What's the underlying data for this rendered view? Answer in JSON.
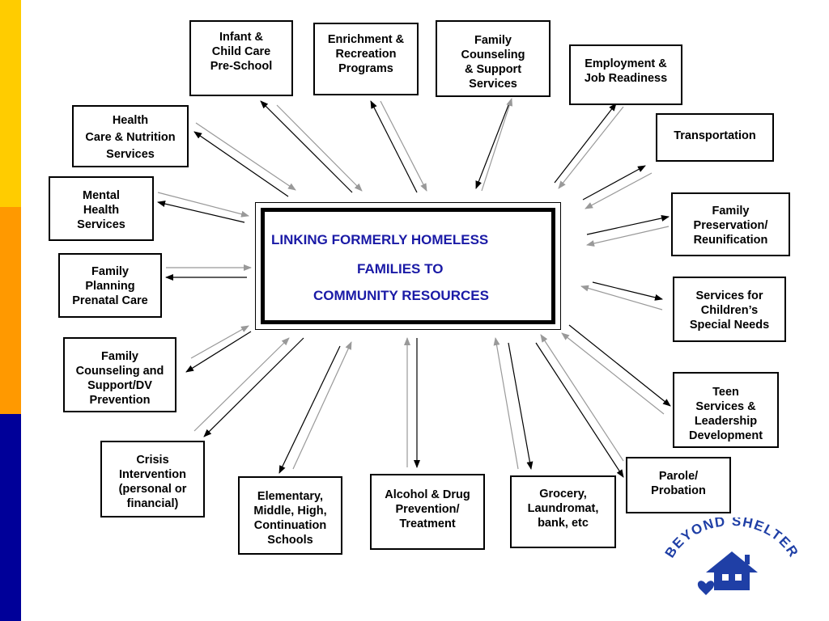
{
  "colors": {
    "stripe_top": "#ffcc00",
    "stripe_middle": "#ff9900",
    "stripe_bottom": "#000099",
    "center_text": "#1a1aa6",
    "logo_blue": "#1f3fa6",
    "arrow_dark": "#000000",
    "arrow_light": "#999999"
  },
  "center": {
    "line1": "LINKING FORMERLY HOMELESS",
    "line2": "FAMILIES TO",
    "line3": "COMMUNITY RESOURCES"
  },
  "resources": {
    "infant_care": "Infant &\nChild Care\nPre-School",
    "enrichment": "Enrichment &\nRecreation\nPrograms",
    "family_counseling": "Family\nCounseling\n& Support\nServices",
    "employment": "Employment &\nJob Readiness",
    "transportation": "Transportation",
    "health_care": "Health\nCare & Nutrition\nServices",
    "mental_health": "Mental\nHealth\nServices",
    "family_preservation": "Family\nPreservation/\nReunification",
    "family_planning": "Family\nPlanning\nPrenatal Care",
    "special_needs": "Services for\nChildren’s\nSpecial Needs",
    "family_counseling_dv": "Family\nCounseling and\nSupport/DV\nPrevention",
    "teen_services": "Teen\nServices &\nLeadership\nDevelopment",
    "crisis": "Crisis\nIntervention\n(personal or\nfinancial)",
    "parole": "Parole/\nProbation",
    "schools": "Elementary,\nMiddle, High,\nContinuation\nSchools",
    "alcohol_drug": "Alcohol & Drug\nPrevention/\nTreatment",
    "grocery": "Grocery,\nLaundromat,\nbank, etc"
  },
  "logo": {
    "text": "BEYOND SHELTER"
  }
}
